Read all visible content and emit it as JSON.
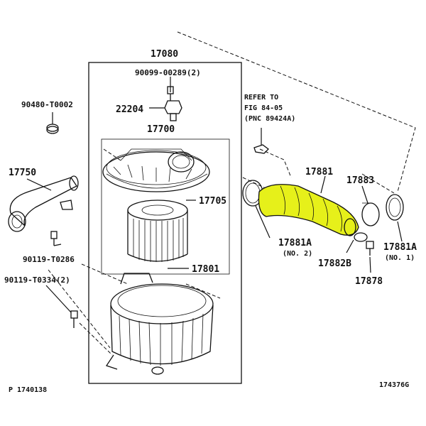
{
  "diagram": {
    "labels": {
      "p17080": "17080",
      "p90099": "90099-00289(2)",
      "p90480": "90480-T0002",
      "p22204": "22204",
      "p17700": "17700",
      "p17750": "17750",
      "p17705": "17705",
      "p17801": "17801",
      "p90119a": "90119-T0286",
      "p90119b": "90119-T0334(2)",
      "refer1": "REFER TO",
      "refer2": "FIG 84-05",
      "refer3": "(PNC 89424A)",
      "p17881": "17881",
      "p17883": "17883",
      "p17881a_l": "17881A",
      "p17881a_l_no": "(NO. 2)",
      "p17881a_r": "17881A",
      "p17881a_r_no": "(NO. 1)",
      "p17882b": "17882B",
      "p17878": "17878",
      "footer_left": "P 1740138",
      "footer_right": "174376G"
    },
    "colors": {
      "highlight": "#e6f01a",
      "line": "#111111"
    }
  }
}
